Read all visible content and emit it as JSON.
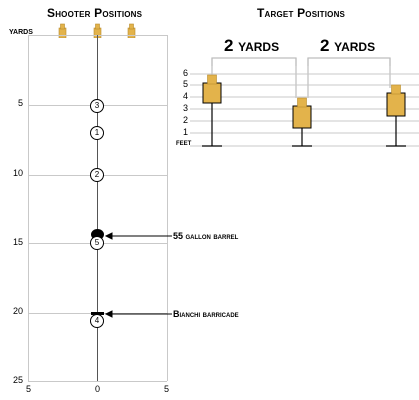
{
  "shooter_panel": {
    "title": "Shooter Positions",
    "yards_label": "YARDS",
    "row_ticks": [
      "5",
      "10",
      "15",
      "20",
      "25"
    ],
    "col_ticks": [
      "5",
      "0",
      "5"
    ],
    "positions": [
      "3",
      "1",
      "2",
      "5",
      "4"
    ],
    "barrel_label": "55 gallon barrel",
    "barricade_label": "Bianchi barricade"
  },
  "target_panel": {
    "title": "Target Positions",
    "spacing_left": "2 yards",
    "spacing_right": "2 yards",
    "height_ticks": [
      "6",
      "5",
      "4",
      "3",
      "2",
      "1",
      "FEET"
    ]
  },
  "colors": {
    "target_fill": "#e3b34b",
    "target_edge": "#b88a2b",
    "grid": "#c9c9c9"
  }
}
